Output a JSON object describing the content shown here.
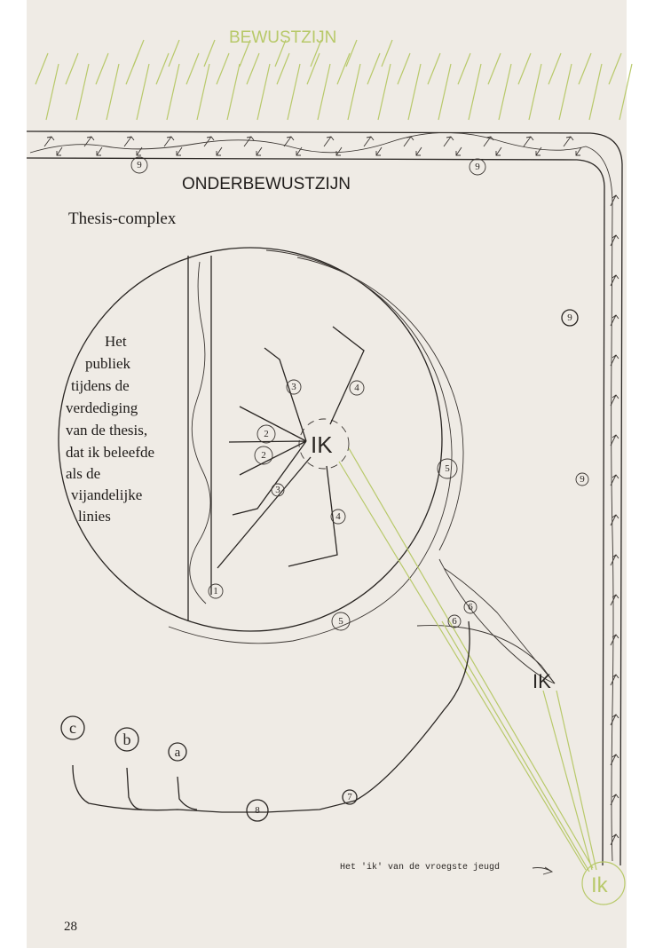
{
  "heading_conscious": "BEWUSTZIJN",
  "heading_subconscious": "ONDERBEWUSTZIJN",
  "complex_title": "Thesis-complex",
  "audience_text": [
    "Het",
    "publiek",
    "tijdens de",
    "verdediging",
    "van de thesis,",
    "dat ik beleefde",
    "als de",
    "vijandelijke",
    "linies"
  ],
  "ik_center": "IK",
  "ik_right": "IK",
  "ik_youth": "Ik",
  "youth_caption": "Het 'ik' van de vroegste jeugd",
  "outcomes": [
    "c",
    "b",
    "a"
  ],
  "path_labels": {
    "one": "1",
    "two_a": "2",
    "two_b": "2",
    "three_a": "3",
    "three_b": "3",
    "four_a": "4",
    "four_b": "4",
    "five_a": "5",
    "five_b": "5",
    "six_a": "6",
    "six_b": "6",
    "seven": "7",
    "eight": "8",
    "nine_a": "9",
    "nine_b": "9",
    "nine_c": "9",
    "nine_d": "9"
  },
  "page_number": "28",
  "colors": {
    "paper": "#efebe5",
    "ink": "#2a2623",
    "green": "#b8c96a"
  }
}
